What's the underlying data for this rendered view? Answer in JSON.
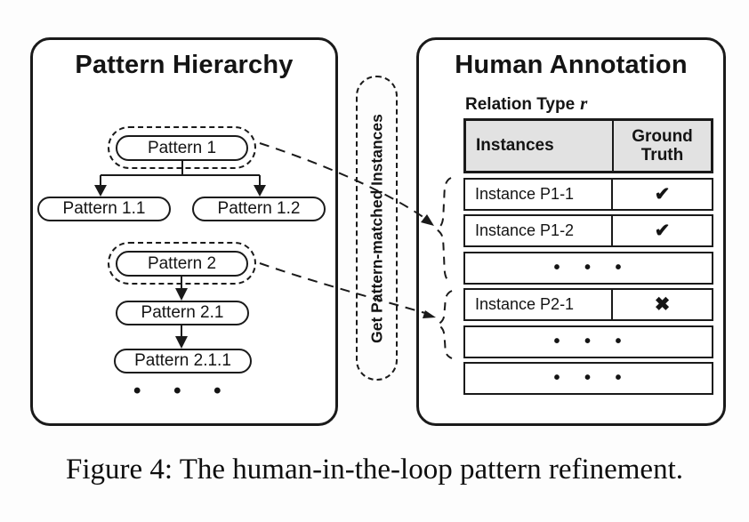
{
  "left_panel": {
    "title": "Pattern Hierarchy",
    "nodes": {
      "p1": "Pattern 1",
      "p11": "Pattern 1.1",
      "p12": "Pattern 1.2",
      "p2": "Pattern 2",
      "p21": "Pattern 2.1",
      "p211": "Pattern 2.1.1"
    },
    "ellipsis": "• • •"
  },
  "connector": {
    "label": "Get Pattern-matched Instances"
  },
  "right_panel": {
    "title": "Human Annotation",
    "relation_label": "Relation Type",
    "relation_symbol": "r",
    "table": {
      "header_instances": "Instances",
      "header_ground_truth": "Ground Truth",
      "rows": [
        {
          "instance": "Instance P1-1",
          "truth": "✔"
        },
        {
          "instance": "Instance P1-2",
          "truth": "✔"
        },
        {
          "dots": "• • •"
        },
        {
          "instance": "Instance P2-1",
          "truth": "✖"
        },
        {
          "dots": "• • •"
        },
        {
          "dots": "• • •"
        }
      ]
    }
  },
  "caption": "Figure 4: The human-in-the-loop pattern refinement.",
  "colors": {
    "ink": "#1a1a1a",
    "header_bg": "#e2e2e2",
    "background": "#fdfdfd"
  }
}
